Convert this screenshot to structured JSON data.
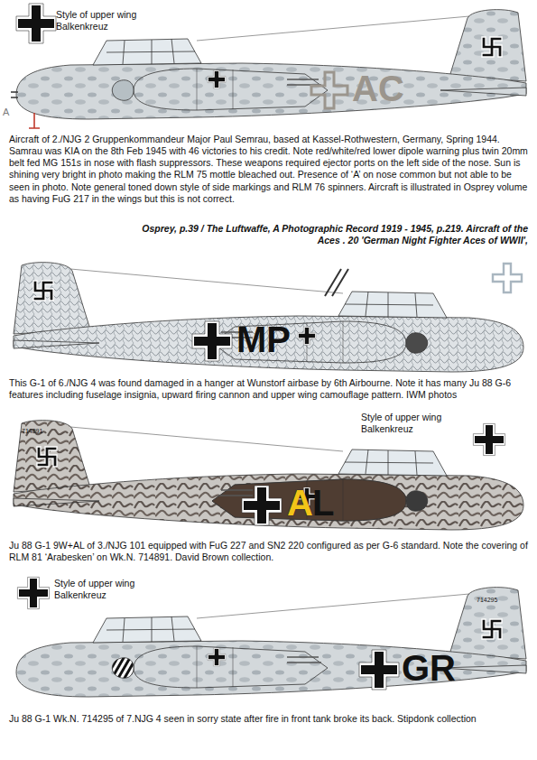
{
  "diagram": {
    "labels": [
      "Style of upper wing Balkenkreuz",
      "A",
      "AC",
      "Aircraft of 2./NJG 2 Gruppenkommandeur Major Paul Semrau, based at Kassel-Rothwestern, Germany, Spring 1944. Samrau was KIA on the 8th Feb 1945 with 46 victories to his credit. Note red/white/red lower dipole warning plus twin 20mm belt fed MG 151s in nose with flash suppressors. These weapons required ejector ports on the left side of the nose. Sun is shining very bright in photo making the RLM 75 mottle bleached out. Presence of ‘A’ on nose common but not able to be seen in photo. Note general toned down style of side markings and RLM 76 spinners. Aircraft is illustrated in Osprey volume as having FuG 217 in the wings but this is not correct.",
      "Osprey, p.39 / The Luftwaffe, A Photographic Record 1919 - 1945, p.219. Aircraft of the Aces . 20 'German Night Fighter Aces of WWII',",
      "MP",
      "This G-1 of 6./NJG 4 was found damaged in a hanger at Wunstorf airbase by 6th Airbourne. Note it has many Ju 88 G-6 features including fuselage insignia, upward firing cannon and upper wing camouflage pattern. IWM photos",
      "714891",
      "Style of upper wing Balkenkreuz",
      "A",
      "L",
      "Ju 88 G-1 9W+AL of 3./NJG 101 equipped with FuG 227 and SN2 220 configured as per G-6 standard. Note the covering of RLM 81 ‘Arabesken’ on Wk.N. 714891. David Brown collection.",
      "Style of upper wing Balkenkreuz",
      "714295",
      "GR",
      "Ju 88 G-1 Wk.N. 714295 of 7.NJG 4 seen in sorry state after fire in front tank broke its back. Stipdonk collection"
    ]
  }
}
